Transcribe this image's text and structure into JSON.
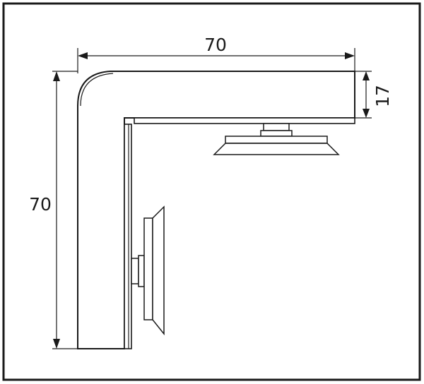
{
  "dimensions": {
    "width": {
      "value": "70"
    },
    "height": {
      "value": "70"
    },
    "thickness": {
      "value": "17"
    }
  },
  "colors": {
    "line": "#1a1a1a",
    "background": "#ffffff"
  }
}
